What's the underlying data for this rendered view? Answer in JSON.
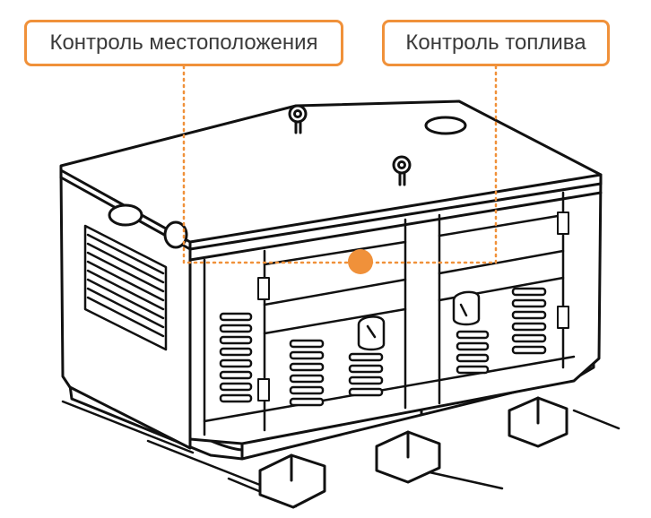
{
  "callouts": {
    "location": "Контроль местоположения",
    "fuel": "Контроль топлива"
  },
  "colors": {
    "accent": "#F0913A",
    "line": "#111111"
  },
  "icons": [
    "generator-illustration",
    "sensor-dot"
  ]
}
